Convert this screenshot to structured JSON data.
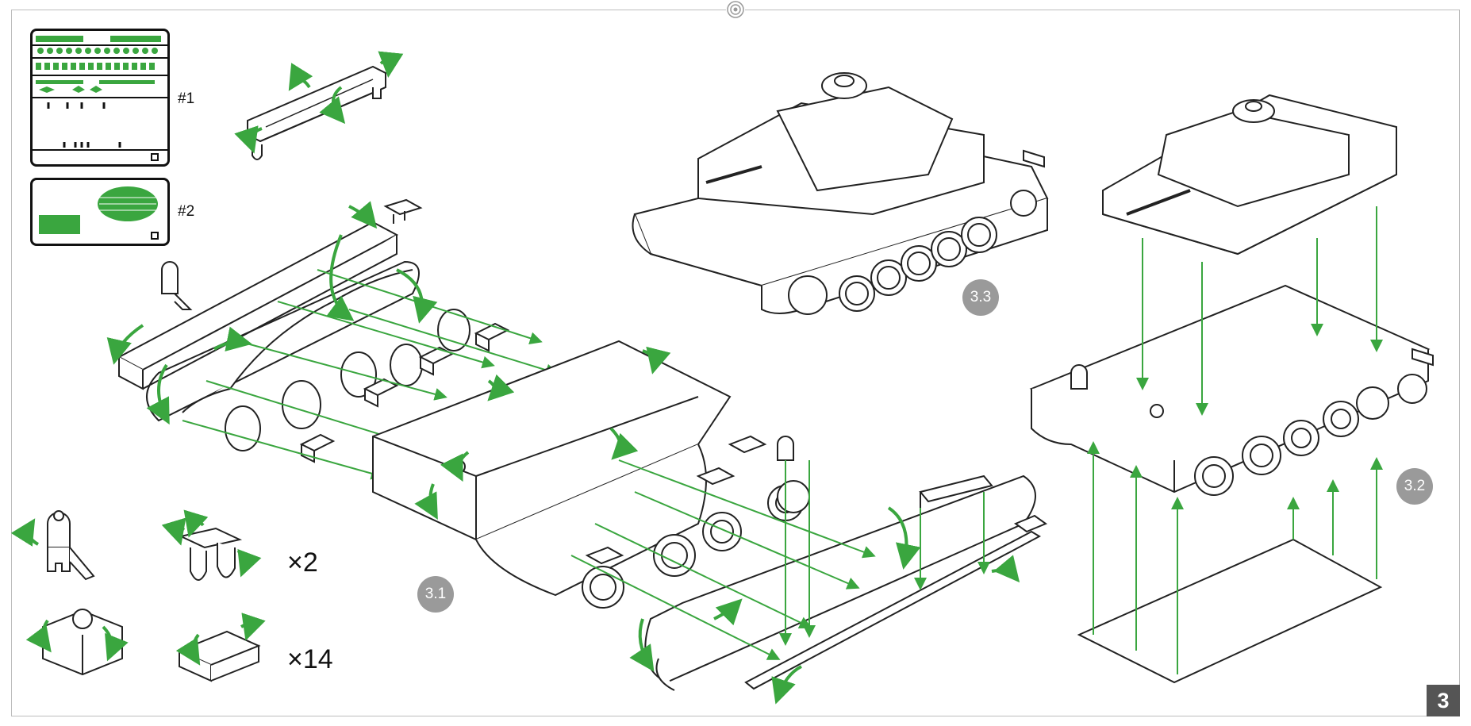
{
  "sheets": [
    {
      "label": "#1"
    },
    {
      "label": "#2"
    }
  ],
  "quantities": [
    {
      "label": "×2"
    },
    {
      "label": "×14"
    }
  ],
  "steps": [
    {
      "label": "3.1"
    },
    {
      "label": "3.2"
    },
    {
      "label": "3.3"
    }
  ],
  "page_number": "3",
  "colors": {
    "arrow_green": "#3aa63f",
    "outline": "#222222",
    "badge_grey": "#9a9a9a",
    "page_tab": "#555555"
  }
}
